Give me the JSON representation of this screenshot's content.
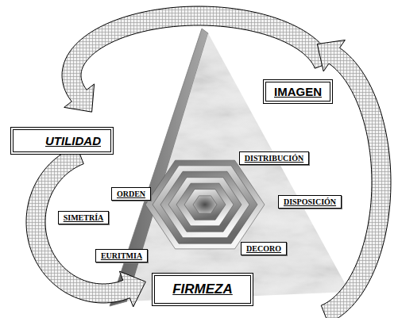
{
  "diagram": {
    "nodes": [
      {
        "text": [
          "IMAGEN"
        ]
      },
      {
        "text": [
          "UTILIDAD"
        ]
      },
      {
        "text": [
          "DISTRIBUCIÓN"
        ]
      },
      {
        "text": [
          "ORDEN"
        ]
      },
      {
        "text": [
          "DISPOSICIÓN"
        ]
      },
      {
        "text": [
          "SIMETRÍA"
        ]
      },
      {
        "text": [
          "DECORO"
        ]
      },
      {
        "text": [
          "EURITMIA"
        ]
      },
      {
        "text": [
          "FIRMEZA"
        ]
      }
    ]
  }
}
